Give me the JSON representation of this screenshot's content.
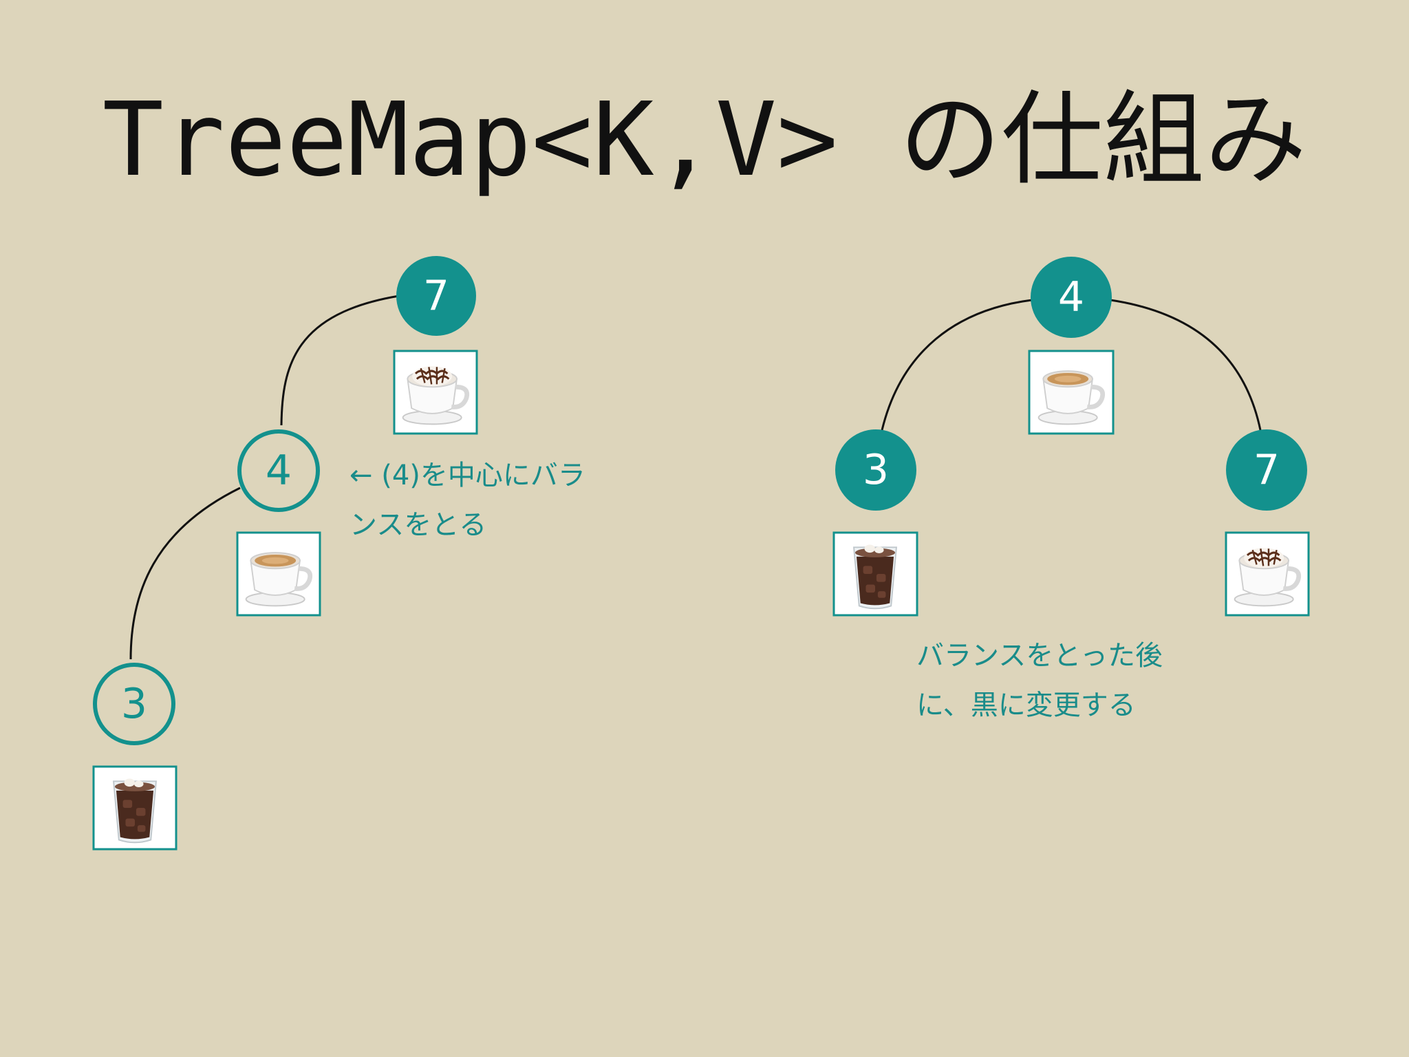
{
  "title": "TreeMap<K,V>  の仕組み",
  "colors": {
    "background": "#ddd5bb",
    "teal": "#13918d",
    "text_teal": "#1a8c8a",
    "edge": "#111111"
  },
  "left_tree": {
    "nodes": [
      {
        "key": "7",
        "style": "filled",
        "drink": "latte-art-cup-icon"
      },
      {
        "key": "4",
        "style": "outline",
        "drink": "cafe-latte-cup-icon"
      },
      {
        "key": "3",
        "style": "outline",
        "drink": "iced-coffee-glass-icon"
      }
    ],
    "note_line1": "←  (4)を中心にバラ",
    "note_line2": "ンスをとる"
  },
  "right_tree": {
    "nodes": [
      {
        "key": "4",
        "style": "filled",
        "drink": "cafe-latte-cup-icon"
      },
      {
        "key": "3",
        "style": "filled",
        "drink": "iced-coffee-glass-icon"
      },
      {
        "key": "7",
        "style": "filled",
        "drink": "latte-art-cup-icon"
      }
    ],
    "note_line1": "バランスをとった後",
    "note_line2": "に、黒に変更する"
  }
}
